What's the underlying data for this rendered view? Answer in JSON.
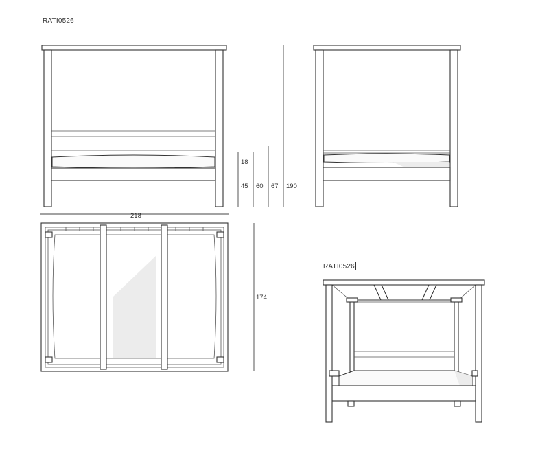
{
  "drawing": {
    "title_top": "RATI0526",
    "title_perspective": "RATI0526"
  },
  "dimensions": {
    "width": "218",
    "depth": "174",
    "headboard_top": "18",
    "seat_height": "45",
    "mattress_top": "60",
    "rail_height": "67",
    "total_height": "190"
  }
}
